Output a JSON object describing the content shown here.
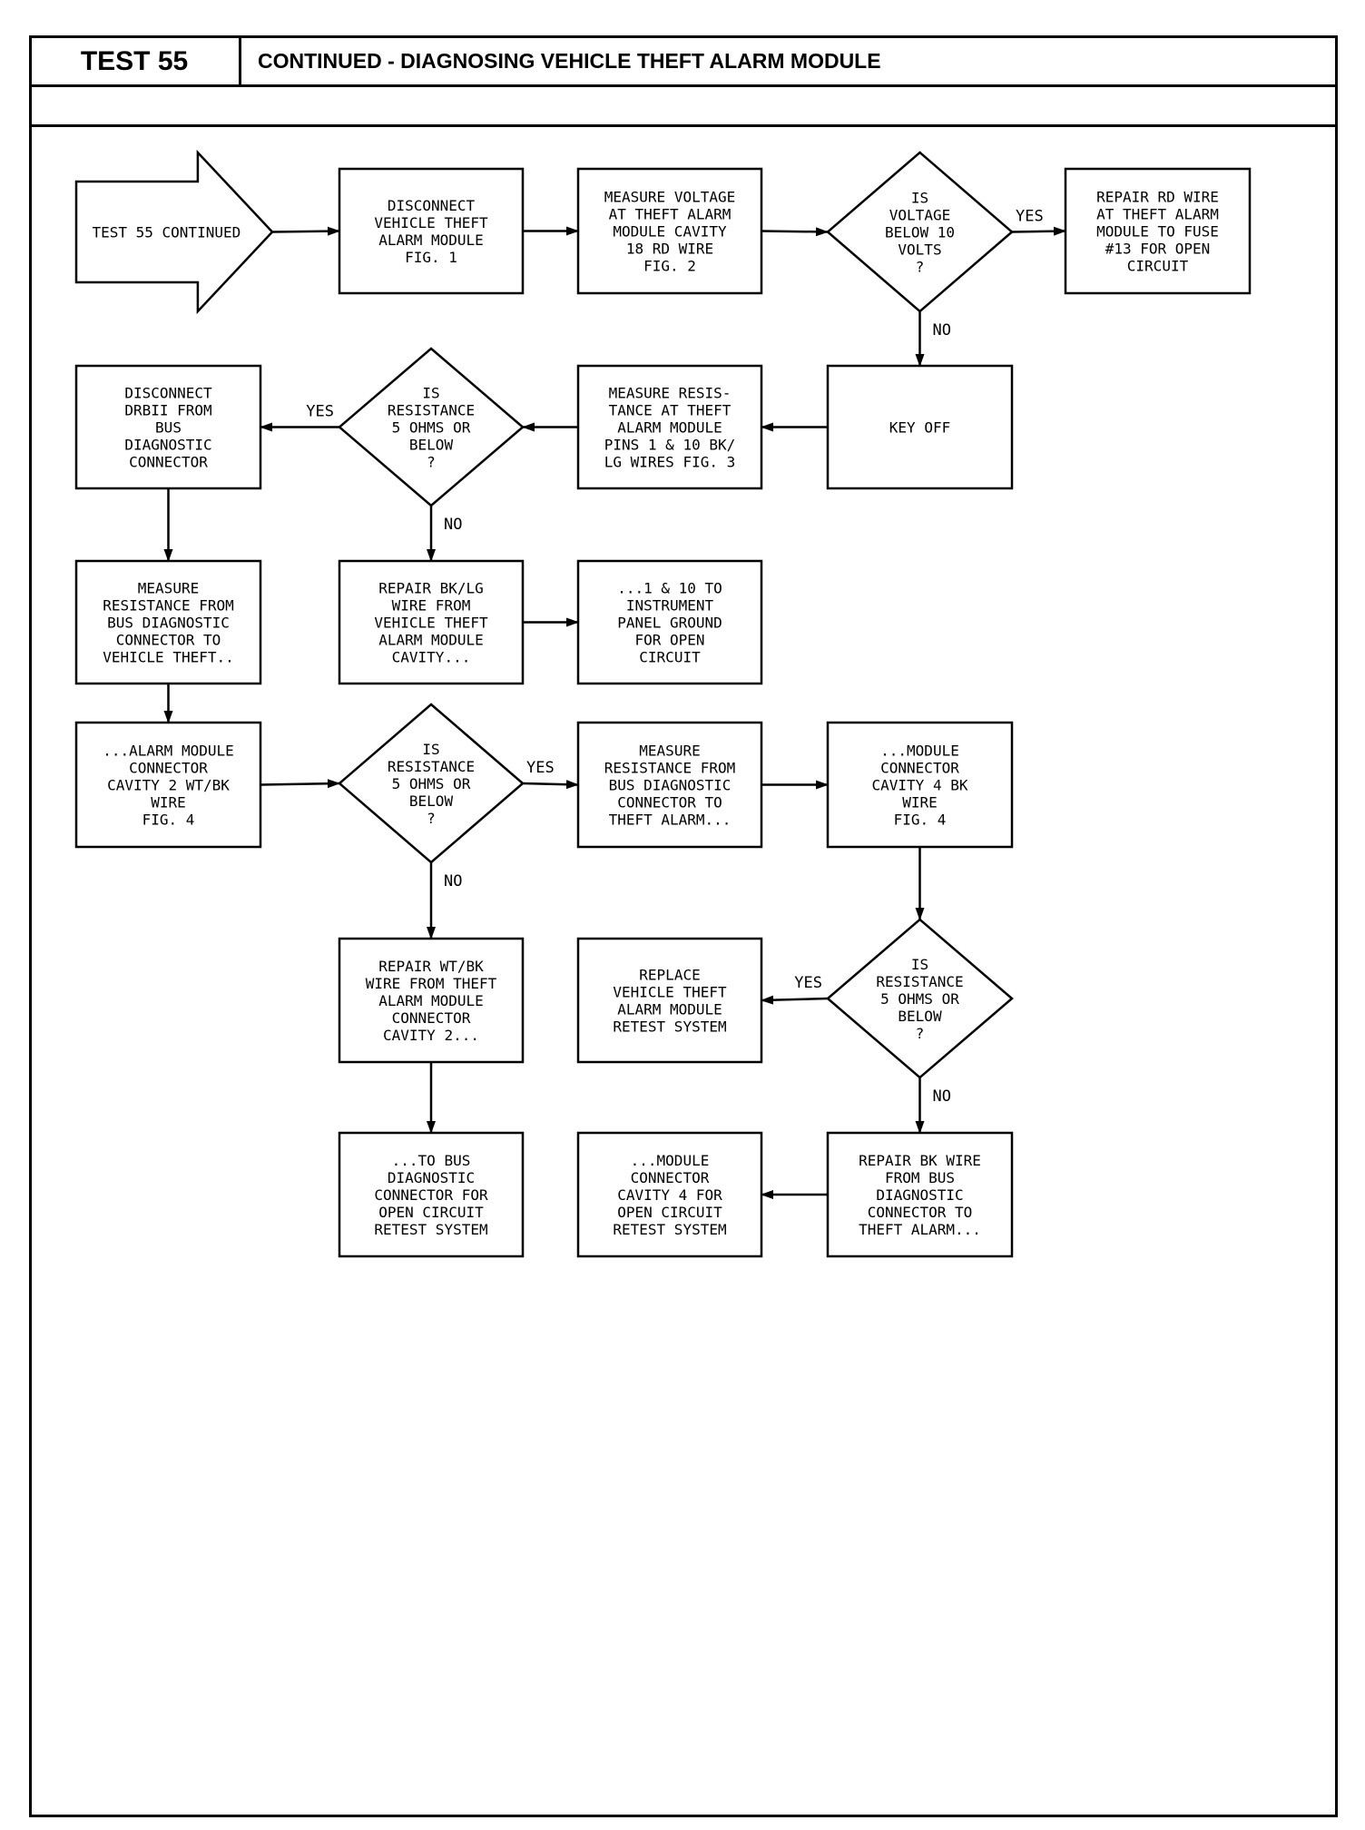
{
  "header": {
    "test_number": "TEST 55",
    "title": "CONTINUED - DIAGNOSING VEHICLE THEFT ALARM MODULE"
  },
  "flowchart": {
    "nodes": [
      {
        "id": "start",
        "shape": "arrow",
        "lines": [
          "TEST 55 CONTINUED"
        ]
      },
      {
        "id": "n1",
        "shape": "box",
        "lines": [
          "DISCONNECT",
          "VEHICLE THEFT",
          "ALARM MODULE",
          "FIG. 1"
        ]
      },
      {
        "id": "n2",
        "shape": "box",
        "lines": [
          "MEASURE VOLTAGE",
          "AT THEFT ALARM",
          "MODULE CAVITY",
          "18 RD WIRE",
          "FIG. 2"
        ]
      },
      {
        "id": "d1",
        "shape": "diamond",
        "lines": [
          "IS",
          "VOLTAGE",
          "BELOW 10",
          "VOLTS",
          "?"
        ]
      },
      {
        "id": "n3",
        "shape": "box",
        "lines": [
          "REPAIR RD WIRE",
          "AT THEFT ALARM",
          "MODULE TO FUSE",
          "#13 FOR OPEN",
          "CIRCUIT"
        ]
      },
      {
        "id": "n4",
        "shape": "box",
        "lines": [
          "KEY OFF"
        ]
      },
      {
        "id": "n5",
        "shape": "box",
        "lines": [
          "MEASURE RESIS-",
          "TANCE AT THEFT",
          "ALARM MODULE",
          "PINS 1 & 10 BK/",
          "LG WIRES FIG. 3"
        ]
      },
      {
        "id": "d2",
        "shape": "diamond",
        "lines": [
          "IS",
          "RESISTANCE",
          "5 OHMS OR",
          "BELOW",
          "?"
        ]
      },
      {
        "id": "n6",
        "shape": "box",
        "lines": [
          "DISCONNECT",
          "DRBII FROM",
          "BUS",
          "DIAGNOSTIC",
          "CONNECTOR"
        ]
      },
      {
        "id": "n7",
        "shape": "box",
        "lines": [
          "REPAIR BK/LG",
          "WIRE FROM",
          "VEHICLE THEFT",
          "ALARM MODULE",
          "CAVITY..."
        ]
      },
      {
        "id": "n8",
        "shape": "box",
        "lines": [
          "...1 & 10 TO",
          "INSTRUMENT",
          "PANEL GROUND",
          "FOR OPEN",
          "CIRCUIT"
        ]
      },
      {
        "id": "n9",
        "shape": "box",
        "lines": [
          "MEASURE",
          "RESISTANCE FROM",
          "BUS DIAGNOSTIC",
          "CONNECTOR TO",
          "VEHICLE THEFT.."
        ]
      },
      {
        "id": "n10",
        "shape": "box",
        "lines": [
          "...ALARM MODULE",
          "CONNECTOR",
          "CAVITY 2 WT/BK",
          "WIRE",
          "FIG. 4"
        ]
      },
      {
        "id": "d3",
        "shape": "diamond",
        "lines": [
          "IS",
          "RESISTANCE",
          "5 OHMS OR",
          "BELOW",
          "?"
        ]
      },
      {
        "id": "n11",
        "shape": "box",
        "lines": [
          "MEASURE",
          "RESISTANCE FROM",
          "BUS DIAGNOSTIC",
          "CONNECTOR TO",
          "THEFT ALARM..."
        ]
      },
      {
        "id": "n12",
        "shape": "box",
        "lines": [
          "...MODULE",
          "CONNECTOR",
          "CAVITY 4 BK",
          "WIRE",
          "FIG. 4"
        ]
      },
      {
        "id": "n13",
        "shape": "box",
        "lines": [
          "REPAIR WT/BK",
          "WIRE FROM THEFT",
          "ALARM MODULE",
          "CONNECTOR",
          "CAVITY 2..."
        ]
      },
      {
        "id": "d4",
        "shape": "diamond",
        "lines": [
          "IS",
          "RESISTANCE",
          "5 OHMS OR",
          "BELOW",
          "?"
        ]
      },
      {
        "id": "n14",
        "shape": "box",
        "lines": [
          "REPLACE",
          "VEHICLE THEFT",
          "ALARM MODULE",
          "RETEST SYSTEM"
        ]
      },
      {
        "id": "n15",
        "shape": "box",
        "lines": [
          "...TO BUS",
          "DIAGNOSTIC",
          "CONNECTOR FOR",
          "OPEN CIRCUIT",
          "RETEST SYSTEM"
        ]
      },
      {
        "id": "n16",
        "shape": "box",
        "lines": [
          "...MODULE",
          "CONNECTOR",
          "CAVITY 4 FOR",
          "OPEN CIRCUIT",
          "RETEST SYSTEM"
        ]
      },
      {
        "id": "n17",
        "shape": "box",
        "lines": [
          "REPAIR BK WIRE",
          "FROM BUS",
          "DIAGNOSTIC",
          "CONNECTOR TO",
          "THEFT ALARM..."
        ]
      }
    ],
    "edges": [
      {
        "from": "start",
        "to": "n1",
        "label": ""
      },
      {
        "from": "n1",
        "to": "n2",
        "label": ""
      },
      {
        "from": "n2",
        "to": "d1",
        "label": ""
      },
      {
        "from": "d1",
        "to": "n3",
        "label": "YES"
      },
      {
        "from": "d1",
        "to": "n4",
        "label": "NO"
      },
      {
        "from": "n4",
        "to": "n5",
        "label": ""
      },
      {
        "from": "n5",
        "to": "d2",
        "label": ""
      },
      {
        "from": "d2",
        "to": "n6",
        "label": "YES"
      },
      {
        "from": "d2",
        "to": "n7",
        "label": "NO"
      },
      {
        "from": "n7",
        "to": "n8",
        "label": ""
      },
      {
        "from": "n6",
        "to": "n9",
        "label": ""
      },
      {
        "from": "n9",
        "to": "n10",
        "label": ""
      },
      {
        "from": "n10",
        "to": "d3",
        "label": ""
      },
      {
        "from": "d3",
        "to": "n11",
        "label": "YES"
      },
      {
        "from": "d3",
        "to": "n13",
        "label": "NO"
      },
      {
        "from": "n11",
        "to": "n12",
        "label": ""
      },
      {
        "from": "n12",
        "to": "d4",
        "label": ""
      },
      {
        "from": "d4",
        "to": "n14",
        "label": "YES"
      },
      {
        "from": "d4",
        "to": "n17",
        "label": "NO"
      },
      {
        "from": "n13",
        "to": "n15",
        "label": ""
      },
      {
        "from": "n17",
        "to": "n16",
        "label": ""
      }
    ]
  }
}
